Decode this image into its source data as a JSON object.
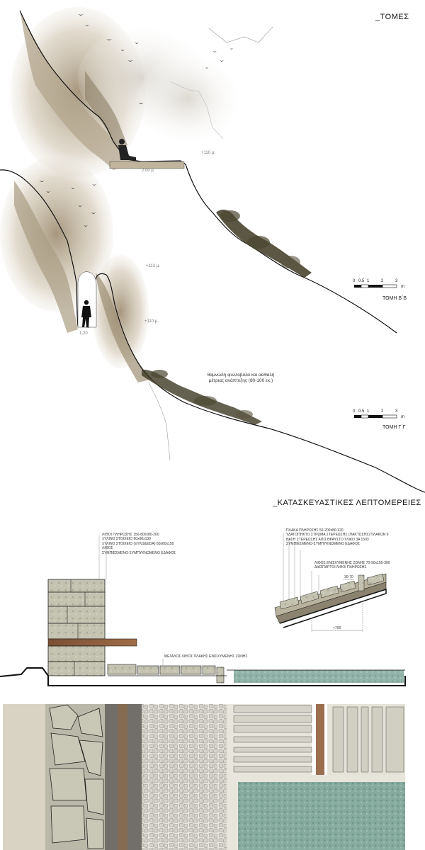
{
  "headings": {
    "sections": "_ΤΟΜΕΣ",
    "details": "_ΚΑΤΑΣΚΕΥΑΣΤΙΚΕΣ ΛΕΠΤΟΜΕΡΕΙΕΣ"
  },
  "section_bb": {
    "elevation_label": "+110 μ.",
    "width_label": "2,00 μ.",
    "title": "ΤΟΜΗ Β΄Β",
    "scale_ticks": [
      "0",
      "0.5",
      "1",
      "2",
      "3"
    ],
    "scale_unit": "m"
  },
  "section_gg": {
    "elevation_upper": "+113 μ.",
    "elevation_lower": "+110 μ.",
    "width_label": "1,20",
    "vegetation_note_line1": "θαμνώδη φυλλοβόλα και αειθαλή",
    "vegetation_note_line2": "μέτριας ανάπτυξης (80-100 εκ.)",
    "title": "ΤΟΜΗ Γ΄Γ",
    "scale_ticks": [
      "0",
      "0.5",
      "1",
      "2",
      "3"
    ],
    "scale_unit": "m"
  },
  "detail_wall": {
    "notes": [
      "ΛΙΘΟΙ ΠΛΗΡΩΣΗΣ 150-800x80-200",
      "ΞΥΛΙΝΟ ΣΤΟΙΧΕΙΟ 60x60x130",
      "ΞΥΛΙΝΟ ΣΤΟΙΧΕΙΟ (ΞΥΛΟΔΕΣΙΑ) 60x60x150",
      "ΛΙΘΟΣ",
      "ΣΥΜΠΙΕΣΜΕΝΟ-ΣΥΜΠΥΚΝΩΜΕΝΟ ΕΔΑΦΟΣ"
    ],
    "paving_label": "ΜΕΓΑΛΟΣ ΛΙΘΟΣ ΠΛΑΚΗΣ ΕΝΙΣΧΥΜΕΝΗΣ ΖΩΝΗΣ"
  },
  "detail_slab": {
    "notes": [
      "ΠΛΑΚΑ ΠΛΗΡΩΣΗΣ 50-200x80-120",
      "ΥΔΑΤΟΠΗΚΤΟ ΣΤΡΩΜΑ ΣΤΕΡΕΩΣΗΣ (ΠΑΚΤΩΣΗΣ) ΠΛΑΚΩΝ 9",
      "ΒΑΣΗ ΣΤΕΡΕΩΣΗΣ ΑΠΟ ΘΡΑΥΣΤΟ ΥΛΙΚΟ 3Α 1503",
      "ΣΥΜΠΙΕΣΜΕΝΟ-ΣΥΜΠΥΚΝΩΜΕΝΟ ΕΔΑΦΟΣ"
    ],
    "notes_lower": [
      "ΛΙΘΟΣ ΕΝΙΣΧΥΜΕΝΗΣ ΖΩΝΗΣ 70-90x150-300",
      "ΔΙΑΣΠΑΡΤΟΙ ΛΙΘΟΙ ΠΛΗΡΩΣΗΣ"
    ],
    "dim_small": "30-70",
    "dim_large": "+700"
  },
  "colors": {
    "rock": "#b9ab92",
    "rock_dark": "#8d7f68",
    "vegetation": "#3c3a24",
    "water": "#7fa79a",
    "wood": "#8a5a3a",
    "stone": "#c7c6b4",
    "outline": "#111111"
  }
}
